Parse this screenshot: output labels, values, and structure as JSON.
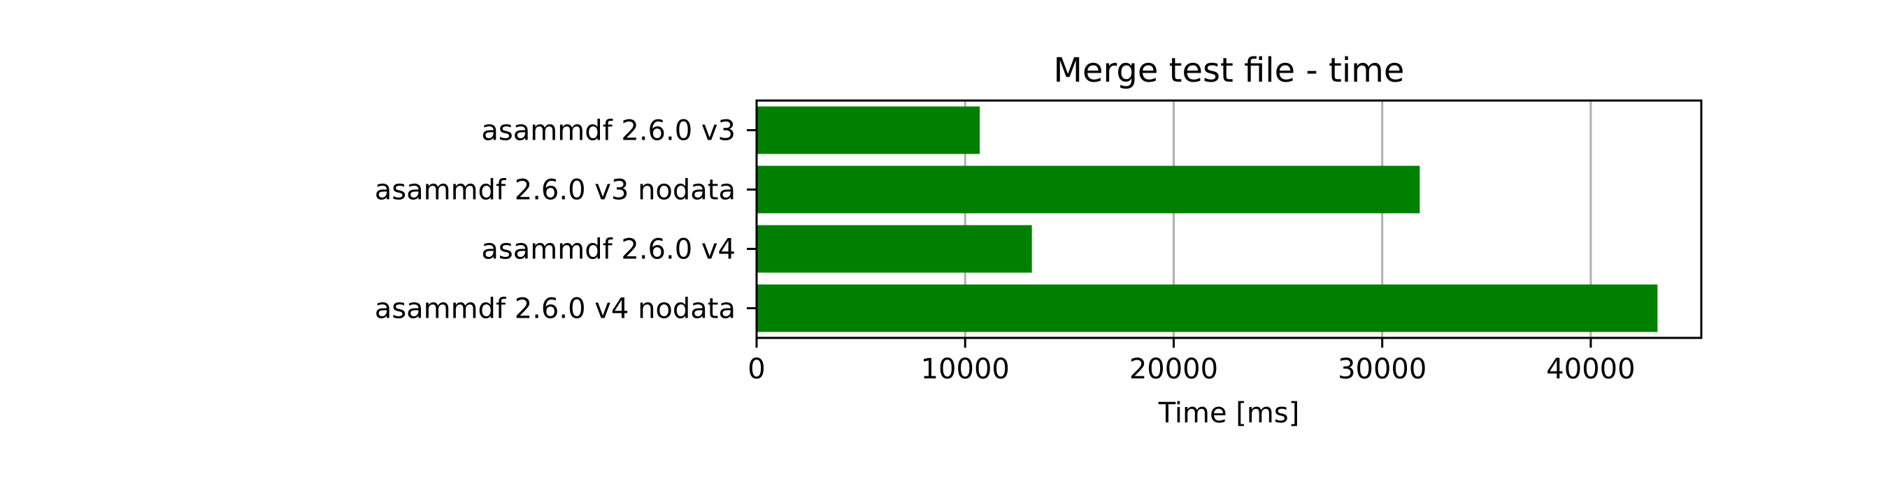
{
  "chart_data": {
    "type": "bar",
    "orientation": "horizontal",
    "title": "Merge test file - time",
    "xlabel": "Time [ms]",
    "ylabel": "",
    "categories": [
      "asammdf 2.6.0 v3",
      "asammdf 2.6.0 v3 nodata",
      "asammdf 2.6.0 v4",
      "asammdf 2.6.0 v4 nodata"
    ],
    "values": [
      10700,
      31800,
      13200,
      43200
    ],
    "xlim": [
      0,
      45300
    ],
    "xticks": [
      0,
      10000,
      20000,
      30000,
      40000
    ],
    "xtick_labels": [
      "0",
      "10000",
      "20000",
      "30000",
      "40000"
    ],
    "grid": "vertical",
    "legend": "none",
    "bar_color": "#008000"
  }
}
